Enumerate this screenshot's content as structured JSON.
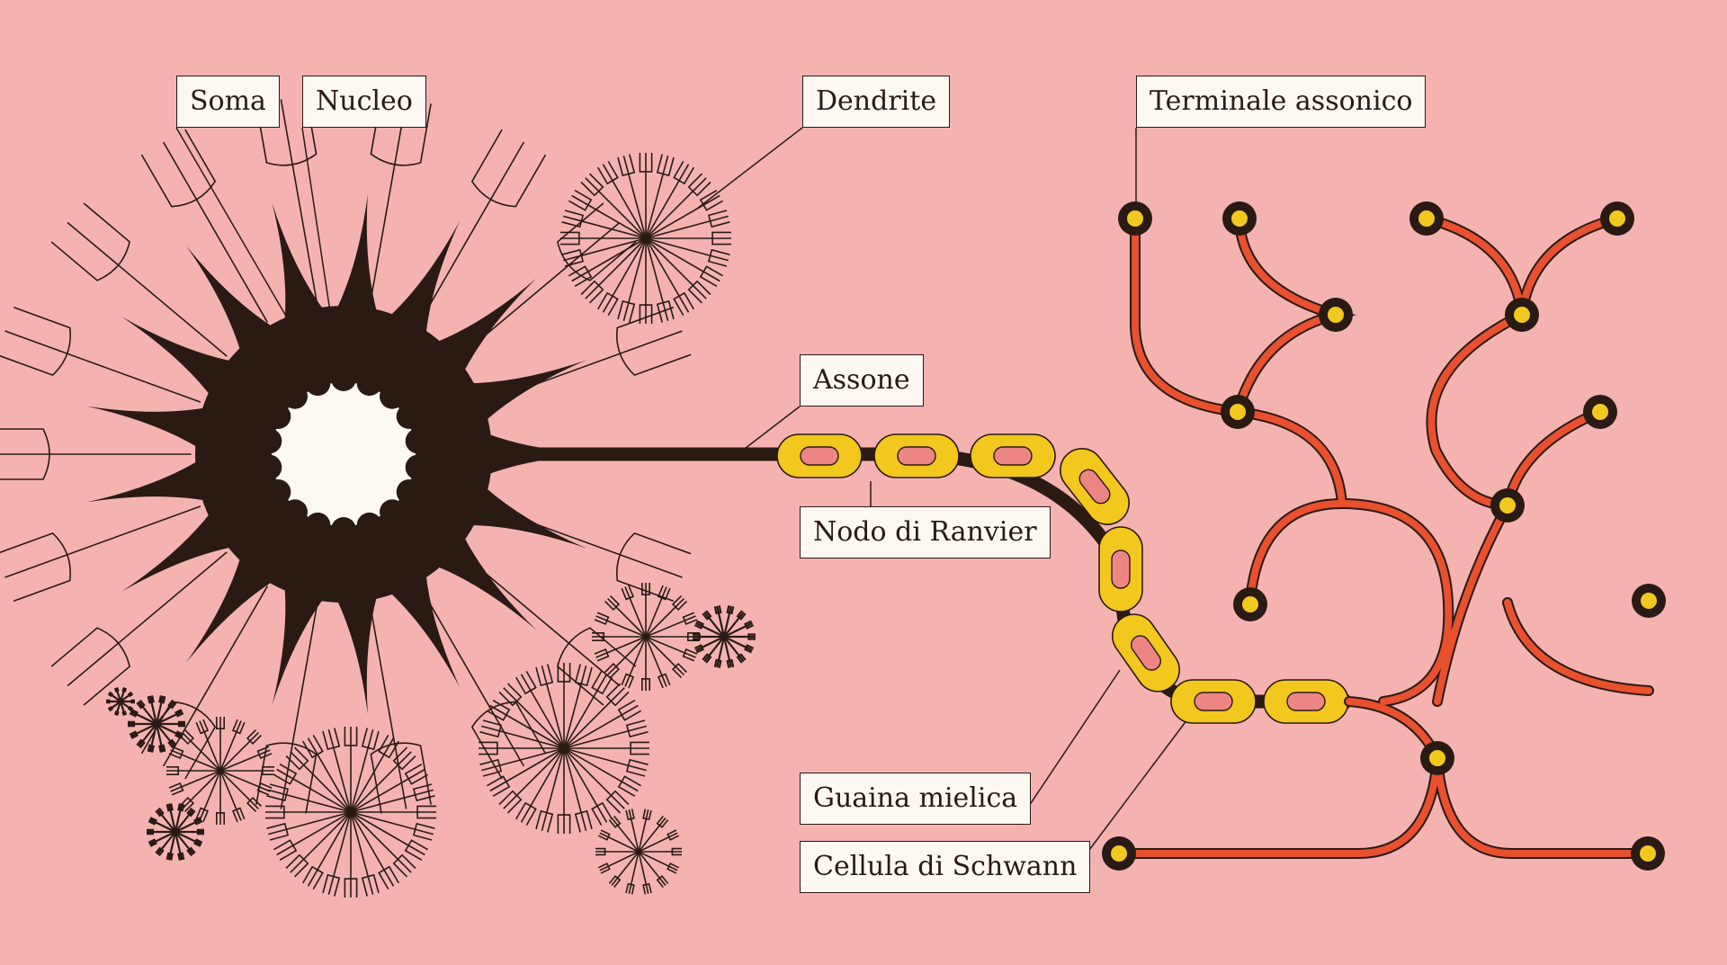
{
  "colors": {
    "background": "#f4b3b1",
    "ink": "#2a1a14",
    "nucleus": "#fdf8f2",
    "myelin": "#f2c81e",
    "schwann_core": "#ee8585",
    "terminal": "#e8502e",
    "terminal_dot": "#f2c81e",
    "label_bg": "#fdf8f2"
  },
  "labels": {
    "soma": "Soma",
    "nucleo": "Nucleo",
    "dendrite": "Dendrite",
    "terminale": "Terminale assonico",
    "assone": "Assone",
    "nodo": "Nodo di Ranvier",
    "guaina": "Guaina mielica",
    "schwann": "Cellula di Schwann"
  }
}
